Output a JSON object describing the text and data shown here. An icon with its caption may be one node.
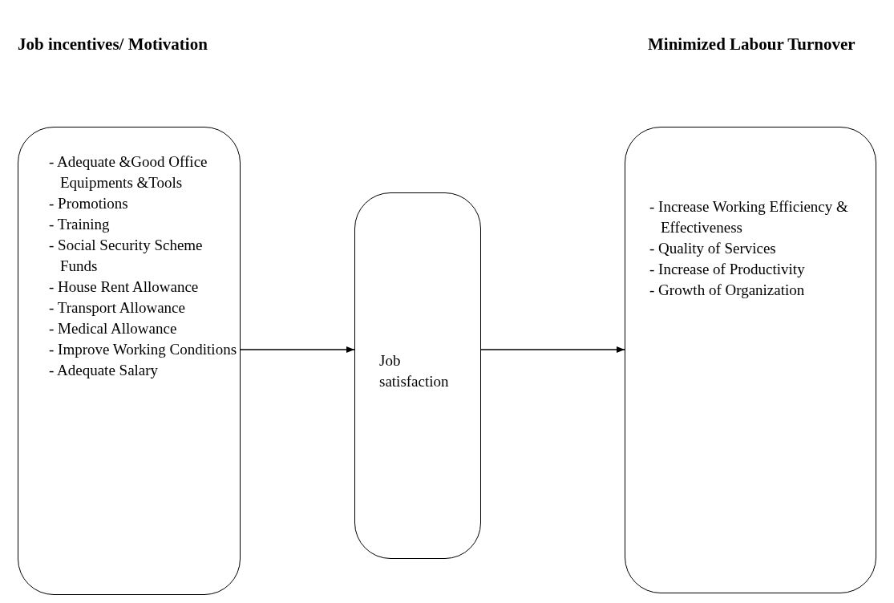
{
  "diagram": {
    "nodes": [
      {
        "text": [
          "- Adequate &Good Office Equipments &Tools",
          "- Promotions",
          "- Training",
          "- Social Security Scheme Funds",
          "- House Rent Allowance",
          "- Transport Allowance",
          "- Medical Allowance",
          "- Improve Working Conditions",
          "- Adequate Salary"
        ]
      },
      {
        "text": [
          "Job satisfaction"
        ]
      },
      {
        "text": [
          "- Increase Working Efficiency & Effectiveness",
          "- Quality of Services",
          "- Increase of Productivity",
          "- Growth of Organization"
        ]
      }
    ],
    "edges": [
      {
        "from": 0,
        "to": 1,
        "arrow": "to"
      },
      {
        "from": 1,
        "to": 2,
        "arrow": "to"
      }
    ],
    "labels": [
      "Job incentives/ Motivation",
      "Minimized Labour Turnover"
    ]
  }
}
